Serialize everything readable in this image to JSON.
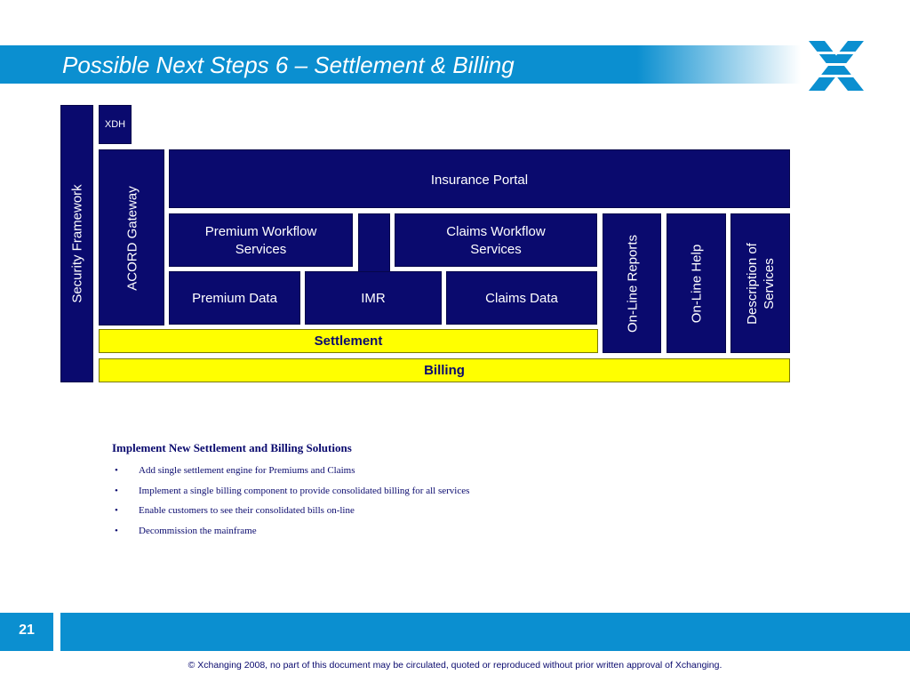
{
  "slide": {
    "title": "Possible Next Steps 6 – Settlement & Billing",
    "page_number": "21",
    "copyright": "© Xchanging 2008, no part of this document may be circulated, quoted or reproduced without prior written approval of Xchanging."
  },
  "diagram": {
    "security_framework": "Security Framework",
    "xdh": "XDH",
    "acord_gateway": "ACORD Gateway",
    "insurance_portal": "Insurance Portal",
    "premium_workflow": [
      "Premium Workflow",
      "Services"
    ],
    "claims_workflow": [
      "Claims Workflow",
      "Services"
    ],
    "premium_data": "Premium Data",
    "imr": "IMR",
    "claims_data": "Claims Data",
    "online_reports": "On-Line Reports",
    "online_help": "On-Line Help",
    "description_services": [
      "Description of",
      "Services"
    ],
    "settlement": "Settlement",
    "billing": "Billing"
  },
  "notes": {
    "heading": "Implement New Settlement and Billing Solutions",
    "items": [
      "Add single settlement engine for Premiums and Claims",
      "Implement a single billing component to provide consolidated billing for all services",
      "Enable customers to see their consolidated bills on-line",
      "Decommission the mainframe"
    ]
  },
  "colors": {
    "brand_blue": "#0b8fd0",
    "navy": "#0a0a6e",
    "highlight_yellow": "#ffff00"
  }
}
